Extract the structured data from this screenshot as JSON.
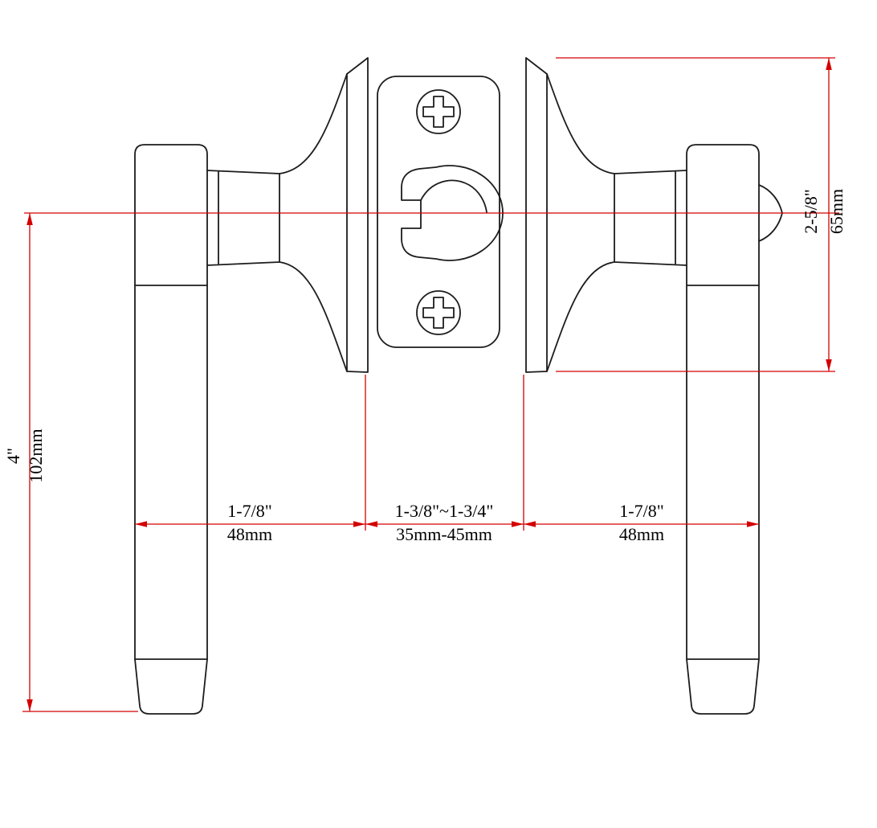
{
  "diagram": {
    "type": "technical-dimension-drawing",
    "subject": "door lever handle set with latch faceplate",
    "labels": {
      "handle_length_in": "4\"",
      "handle_length_mm": "102mm",
      "rose_height_in": "2-5/8\"",
      "rose_height_mm": "65mm",
      "left_projection_in": "1-7/8\"",
      "left_projection_mm": "48mm",
      "door_thickness_in": "1-3/8\"~1-3/4\"",
      "door_thickness_mm": "35mm-45mm",
      "right_projection_in": "1-7/8\"",
      "right_projection_mm": "48mm"
    },
    "colors": {
      "outline": "#1c1c1c",
      "dimension": "#d40000",
      "background": "#ffffff"
    }
  }
}
